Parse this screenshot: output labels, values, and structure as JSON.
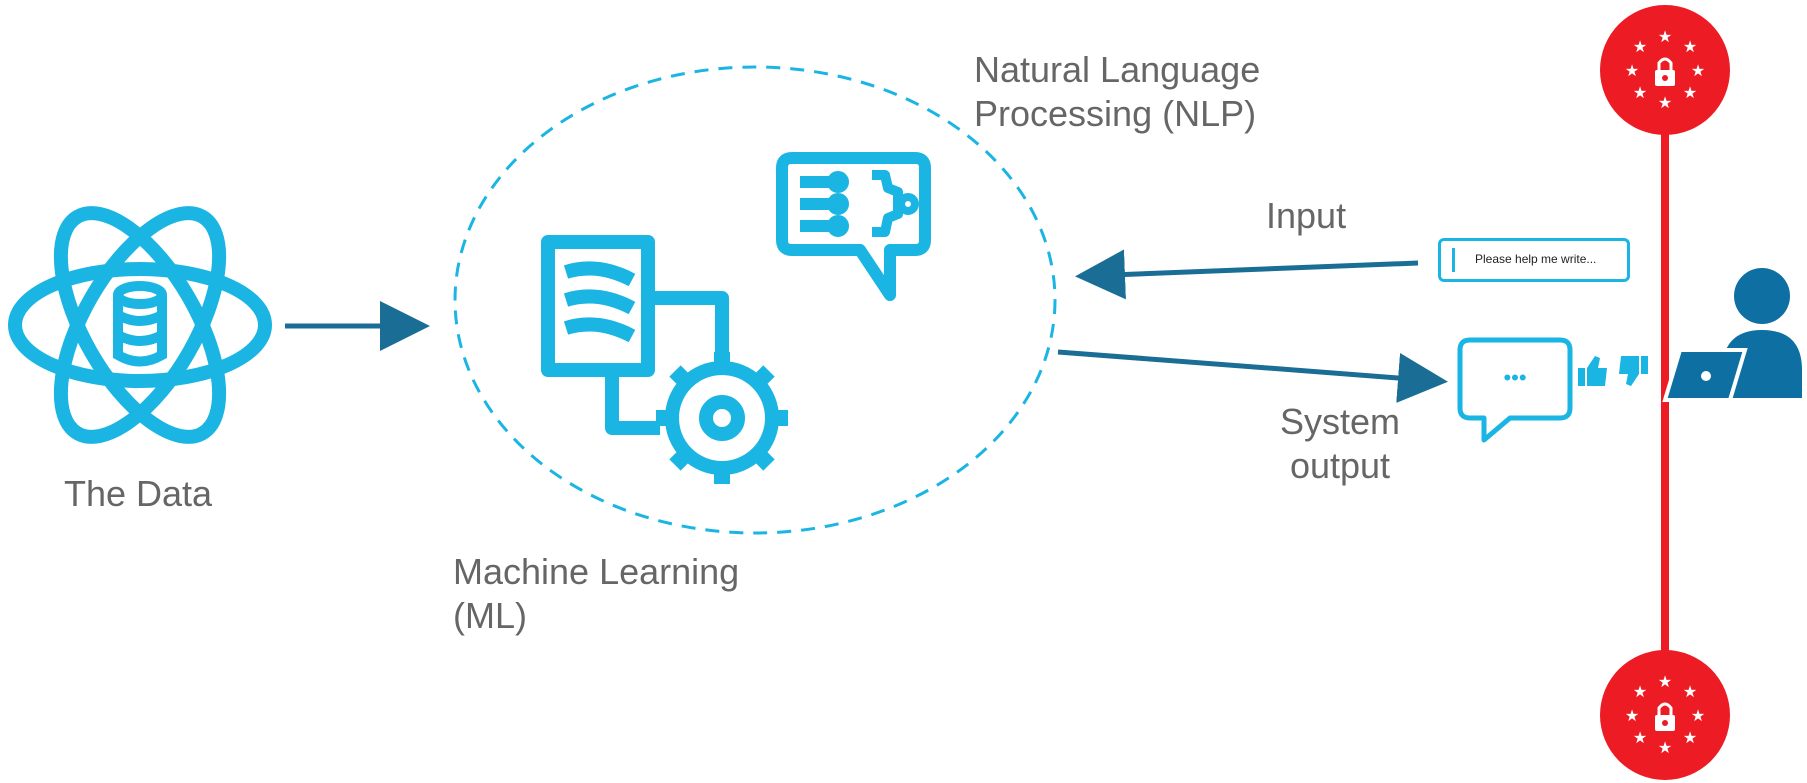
{
  "labels": {
    "data": "The Data",
    "ml": [
      "Machine Learning",
      "(ML)"
    ],
    "nlp": [
      "Natural Language",
      "Processing (NLP)"
    ],
    "input": "Input",
    "output": [
      "System",
      "output"
    ]
  },
  "input_box": {
    "text": "Please help me write..."
  },
  "output_bubble": {
    "text": "•••"
  },
  "colors": {
    "accent": "#1ab5e3",
    "arrow": "#1a6e96",
    "red": "#ed1c24",
    "label": "#666666",
    "user": "#0e6fa3"
  },
  "icons": [
    "atom-data-icon",
    "book-gear-icon",
    "nlp-chat-icon",
    "user-laptop-icon",
    "thumbs-up-icon",
    "thumbs-down-icon",
    "eu-lock-badge-icon"
  ]
}
